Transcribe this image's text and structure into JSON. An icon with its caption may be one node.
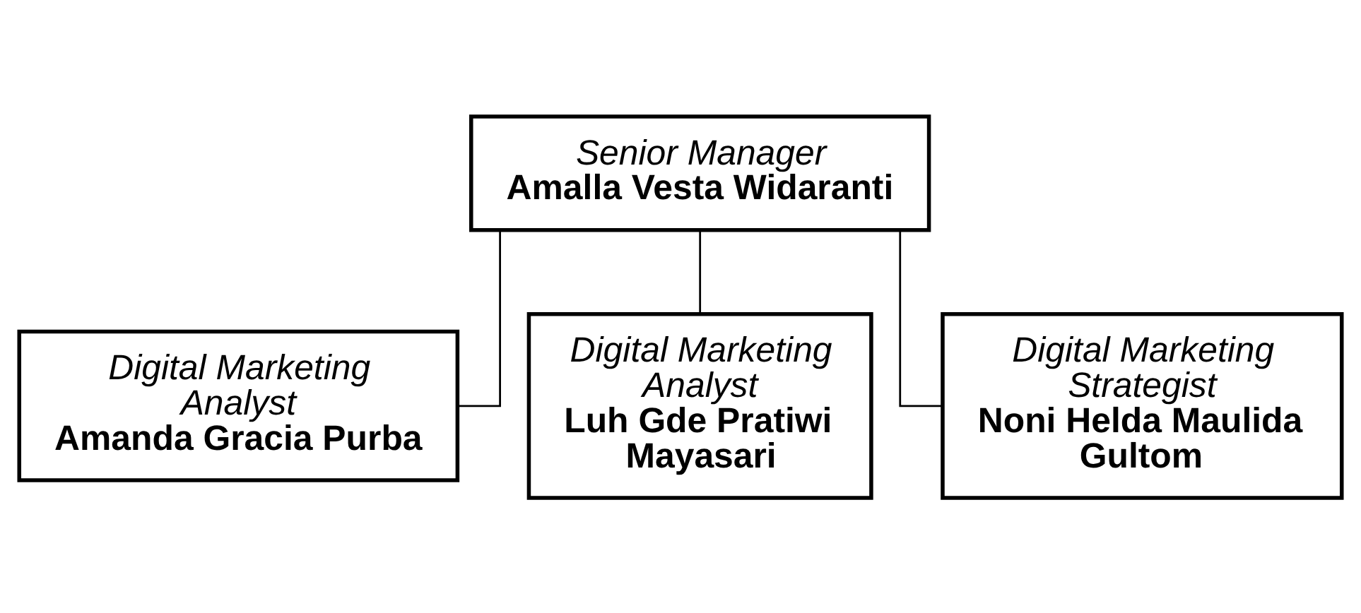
{
  "diagram": {
    "nodes": [
      {
        "text": [
          "Senior Manager",
          "Amalla Vesta Widaranti"
        ]
      },
      {
        "text": [
          "Digital Marketing Analyst",
          "Amanda Gracia Purba"
        ]
      },
      {
        "text": [
          "Digital Marketing Analyst",
          "Luh Gde Pratiwi Mayasari"
        ]
      },
      {
        "text": [
          "Digital Marketing Strategist",
          "Noni Helda Maulida Gultom"
        ]
      }
    ],
    "edges": [
      {
        "from": 0,
        "to": 1,
        "arrow": "none"
      },
      {
        "from": 0,
        "to": 2,
        "arrow": "none"
      },
      {
        "from": 0,
        "to": 3,
        "arrow": "none"
      }
    ]
  }
}
